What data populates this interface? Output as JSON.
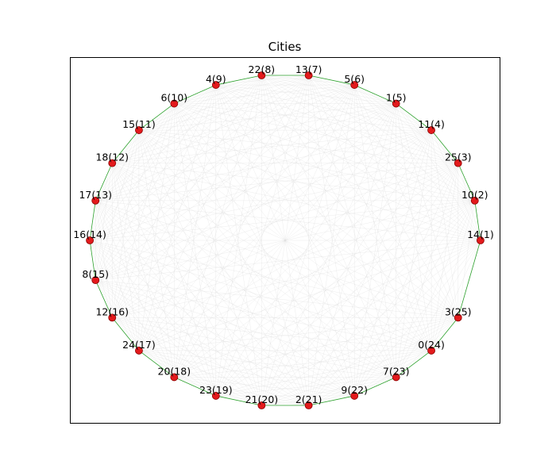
{
  "chart_data": {
    "type": "scatter",
    "title": "Cities",
    "xlabel": "",
    "ylabel": "",
    "xlim": [
      -1.1,
      1.1
    ],
    "ylim": [
      -1.1,
      1.1
    ],
    "grid": false,
    "axis_ticks": false,
    "background_edges": "complete graph connecting every pair of cities",
    "colors": {
      "node": "#e31a1c",
      "node_edge": "#8b0000",
      "tour": "#2ca02c",
      "background_edge": "#d9d9d9",
      "frame": "#000000"
    },
    "points": [
      {
        "label": "14(1)",
        "x": 1.0,
        "y": 0.0
      },
      {
        "label": "10(2)",
        "x": 0.9709,
        "y": 0.2393
      },
      {
        "label": "25(3)",
        "x": 0.8855,
        "y": 0.4647
      },
      {
        "label": "11(4)",
        "x": 0.7485,
        "y": 0.6631
      },
      {
        "label": "1(5)",
        "x": 0.5681,
        "y": 0.823
      },
      {
        "label": "5(6)",
        "x": 0.3546,
        "y": 0.935
      },
      {
        "label": "13(7)",
        "x": 0.1205,
        "y": 0.9927
      },
      {
        "label": "22(8)",
        "x": -0.1205,
        "y": 0.9927
      },
      {
        "label": "4(9)",
        "x": -0.3546,
        "y": 0.935
      },
      {
        "label": "6(10)",
        "x": -0.5681,
        "y": 0.823
      },
      {
        "label": "15(11)",
        "x": -0.7485,
        "y": 0.6631
      },
      {
        "label": "18(12)",
        "x": -0.8855,
        "y": 0.4647
      },
      {
        "label": "17(13)",
        "x": -0.9709,
        "y": 0.2393
      },
      {
        "label": "16(14)",
        "x": -1.0,
        "y": 0.0
      },
      {
        "label": "8(15)",
        "x": -0.9709,
        "y": -0.2393
      },
      {
        "label": "12(16)",
        "x": -0.8855,
        "y": -0.4647
      },
      {
        "label": "24(17)",
        "x": -0.7485,
        "y": -0.6631
      },
      {
        "label": "20(18)",
        "x": -0.5681,
        "y": -0.823
      },
      {
        "label": "23(19)",
        "x": -0.3546,
        "y": -0.935
      },
      {
        "label": "21(20)",
        "x": -0.1205,
        "y": -0.9927
      },
      {
        "label": "2(21)",
        "x": 0.1205,
        "y": -0.9927
      },
      {
        "label": "9(22)",
        "x": 0.3546,
        "y": -0.935
      },
      {
        "label": "7(23)",
        "x": 0.5681,
        "y": -0.823
      },
      {
        "label": "0(24)",
        "x": 0.7485,
        "y": -0.6631
      },
      {
        "label": "3(25)",
        "x": 0.8855,
        "y": -0.4647
      }
    ]
  }
}
